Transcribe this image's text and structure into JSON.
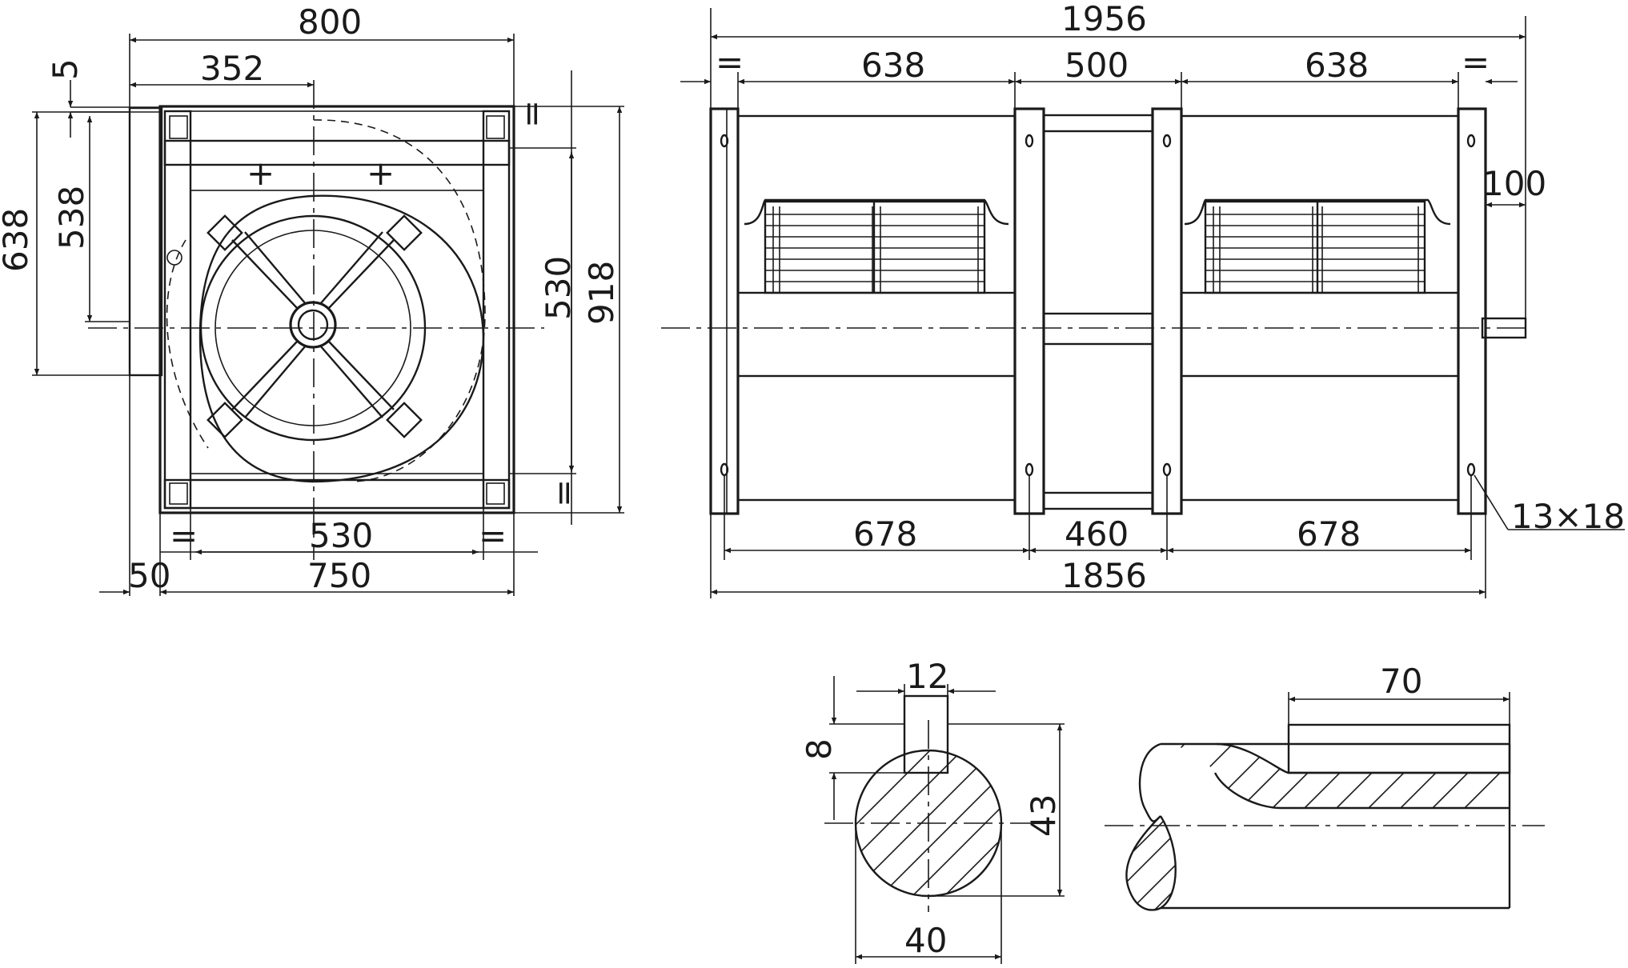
{
  "front_view": {
    "dim_width_total": "800",
    "dim_offset": "352",
    "dim_flange": "5",
    "dim_outlet_height": "638",
    "dim_outlet_inner": "538",
    "dim_frame_inner_v": "530",
    "dim_height_total": "918",
    "dim_frame_inner_h": "530",
    "dim_base_width": "750",
    "dim_outlet_depth": "50",
    "equal_mark": "="
  },
  "side_view": {
    "dim_total_length": "1956",
    "dim_housing_left": "638",
    "dim_gap": "500",
    "dim_housing_right": "638",
    "dim_shaft_ext": "100",
    "dim_foot_left": "678",
    "dim_foot_gap": "460",
    "dim_foot_right": "678",
    "dim_base_length": "1856",
    "dim_holes": "13×18",
    "equal_mark": "="
  },
  "shaft_section": {
    "dim_key_width": "12",
    "dim_key_depth": "8",
    "dim_shaft_height": "43",
    "dim_shaft_diameter": "40"
  },
  "shaft_side": {
    "dim_key_length": "70"
  }
}
